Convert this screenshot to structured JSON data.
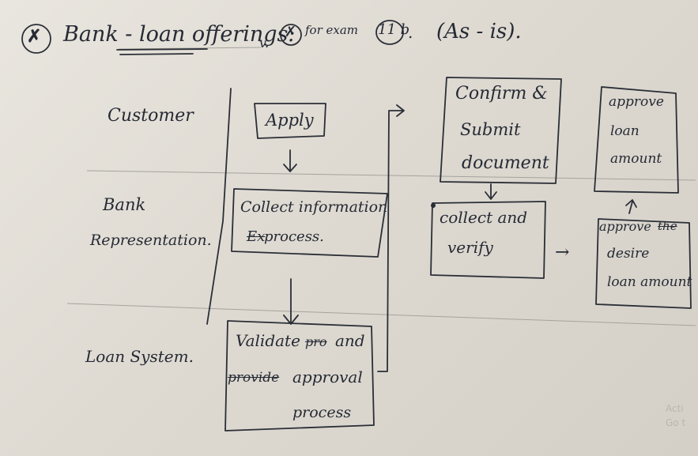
{
  "header": {
    "marker": "✗",
    "title": "Bank - loan offerings:",
    "tick": "v.",
    "marker2": "✗",
    "for_exam": "for exam",
    "exam_ref": "11 b",
    "comma": ".",
    "status": "(As - is)."
  },
  "lanes": {
    "customer": "Customer",
    "bank_rep_line1": "Bank",
    "bank_rep_line2": "Representation.",
    "loan_system": "Loan System."
  },
  "steps": {
    "apply": "Apply",
    "collect_info_line1": "Collect information",
    "collect_info_prefix_struck": "Ex",
    "collect_info_line2": "process.",
    "validate_line1_a": "Validate",
    "validate_line1_struck": "pro",
    "validate_line1_b": "and",
    "validate_line2_struck": "provide",
    "validate_line2_b": "approval",
    "validate_line3": "process",
    "confirm_line1": "Confirm &",
    "confirm_line2": "Submit",
    "confirm_line3": "document",
    "verify_line1": "collect and",
    "verify_line2": "verify",
    "approve_desire_line1_a": "approve",
    "approve_desire_line1_struck": "the",
    "approve_desire_line2": "desire",
    "approve_desire_line3": "loan amount",
    "approve_amount_line1": "approve",
    "approve_amount_line2": "loan",
    "approve_amount_line3": "amount"
  },
  "flow_arrow_symbol": "→",
  "watermark": {
    "line1": "Acti",
    "line2": "Go t"
  }
}
